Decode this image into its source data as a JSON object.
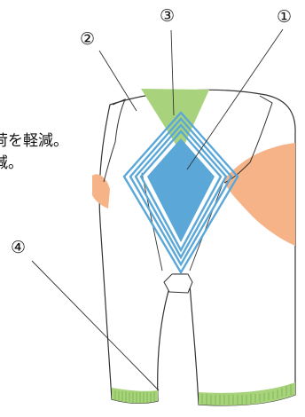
{
  "callouts": {
    "one": "①",
    "two": "②",
    "three": "③",
    "four": "④"
  },
  "description": {
    "line1": "荷を軽減。",
    "line2": "減。"
  },
  "colors": {
    "green_zone": "#a8d37c",
    "blue_zone": "#5aa7d8",
    "orange_zone": "#f5b387",
    "outline": "#333333"
  }
}
